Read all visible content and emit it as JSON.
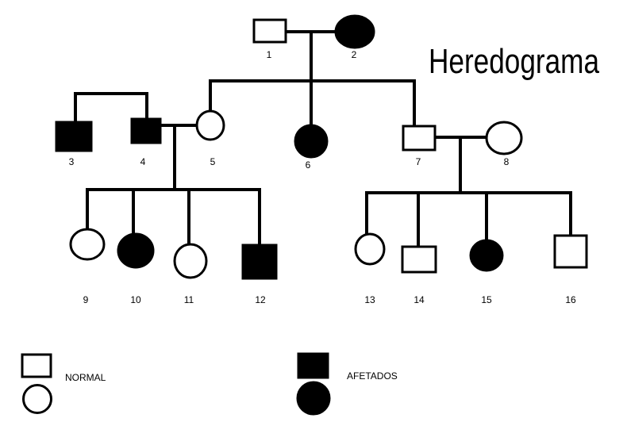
{
  "title": "Heredograma",
  "colors": {
    "affected": "#000000",
    "normal": "#ffffff"
  },
  "individuals": [
    {
      "id": "1",
      "label": "1",
      "sex": "male",
      "affected": false
    },
    {
      "id": "2",
      "label": "2",
      "sex": "female",
      "affected": true
    },
    {
      "id": "3",
      "label": "3",
      "sex": "male",
      "affected": true
    },
    {
      "id": "4",
      "label": "4",
      "sex": "male",
      "affected": true
    },
    {
      "id": "5",
      "label": "5",
      "sex": "female",
      "affected": false
    },
    {
      "id": "6",
      "label": "6",
      "sex": "female",
      "affected": true
    },
    {
      "id": "7",
      "label": "7",
      "sex": "male",
      "affected": false
    },
    {
      "id": "8",
      "label": "8",
      "sex": "female",
      "affected": false
    },
    {
      "id": "9",
      "label": "9",
      "sex": "female",
      "affected": false
    },
    {
      "id": "10",
      "label": "10",
      "sex": "female",
      "affected": true
    },
    {
      "id": "11",
      "label": "11",
      "sex": "female",
      "affected": false
    },
    {
      "id": "12",
      "label": "12",
      "sex": "male",
      "affected": true
    },
    {
      "id": "13",
      "label": "13",
      "sex": "female",
      "affected": false
    },
    {
      "id": "14",
      "label": "14",
      "sex": "male",
      "affected": false
    },
    {
      "id": "15",
      "label": "15",
      "sex": "female",
      "affected": true
    },
    {
      "id": "16",
      "label": "16",
      "sex": "male",
      "affected": false
    }
  ],
  "legend": {
    "normal_label": "NORMAL",
    "affected_label": "AFETADOS"
  }
}
